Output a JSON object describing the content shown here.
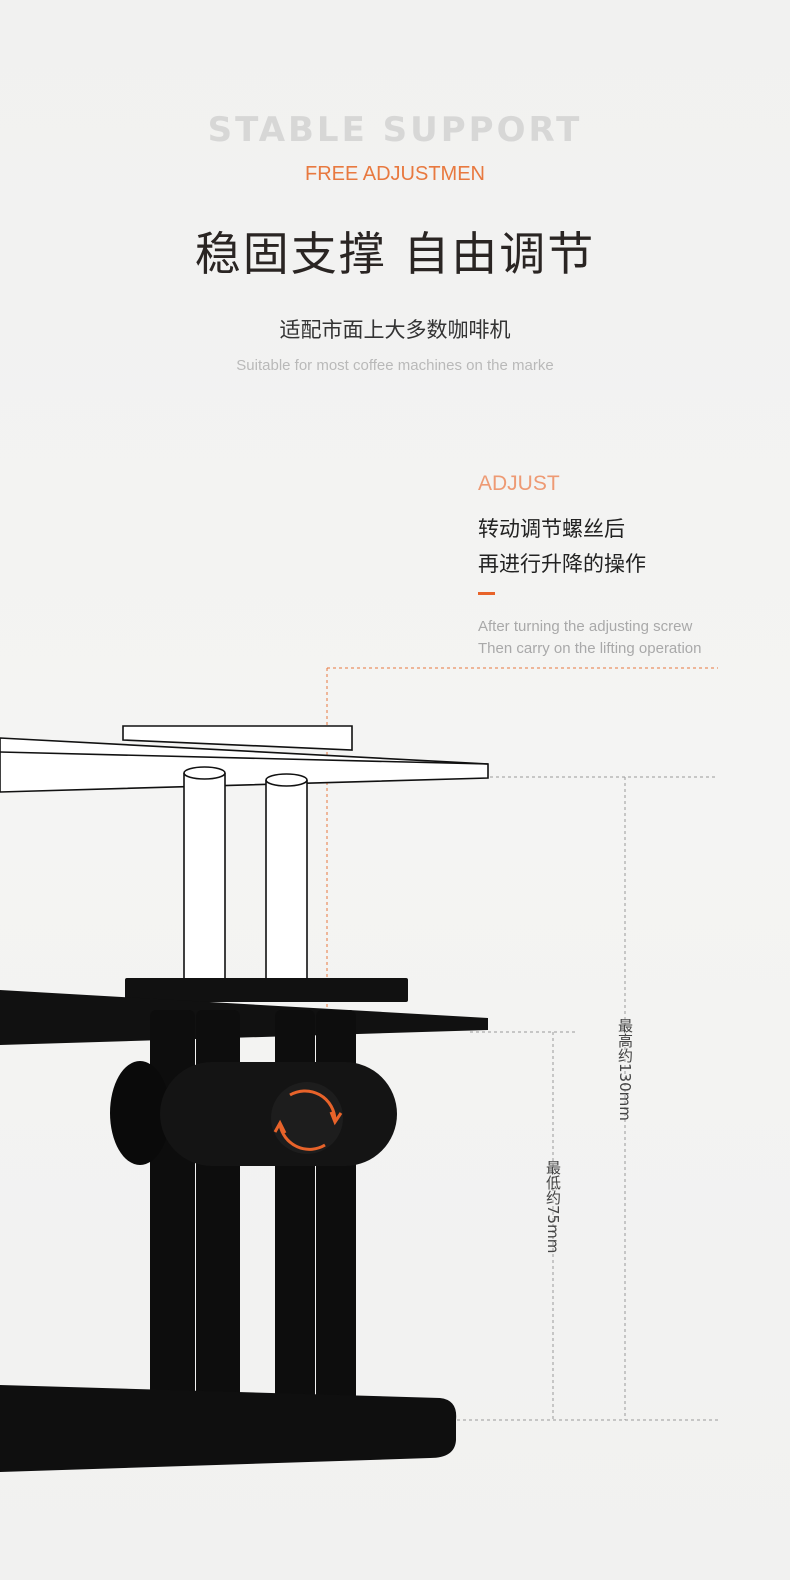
{
  "header": {
    "background_word": "STABLE SUPPORT",
    "subtitle_en": "FREE ADJUSTMEN",
    "title": "稳固支撑 自由调节",
    "tagline": "适配市面上大多数咖啡机",
    "tagline_en": "Suitable for most coffee machines on the marke"
  },
  "adjust": {
    "label": "ADJUST",
    "lines_cn": [
      "转动调节螺丝后",
      "再进行升降的操作"
    ],
    "lines_en": [
      "After turning the adjusting screw",
      "Then carry on the lifting operation"
    ]
  },
  "dimensions": {
    "max_height": "最高约130mm",
    "min_height": "最低约75mm"
  },
  "colors": {
    "accent": "#e8632a",
    "text": "#231f1e",
    "muted": "#a9a9a9"
  }
}
